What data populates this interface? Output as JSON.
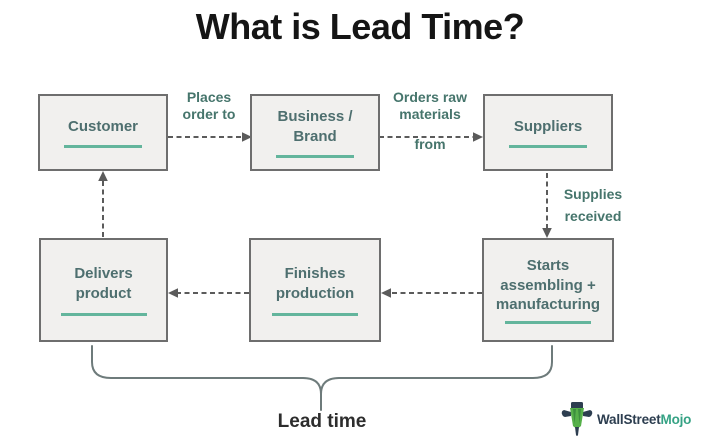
{
  "title": "What is Lead Time?",
  "diagram": {
    "nodes": [
      {
        "id": "customer",
        "lines": [
          "Customer"
        ]
      },
      {
        "id": "business-brand",
        "lines": [
          "Business /",
          "Brand"
        ]
      },
      {
        "id": "suppliers",
        "lines": [
          "Suppliers"
        ]
      },
      {
        "id": "starts-assembling",
        "lines": [
          "Starts",
          "assembling +",
          "manufacturing"
        ]
      },
      {
        "id": "finishes-production",
        "lines": [
          "Finishes",
          "production"
        ]
      },
      {
        "id": "delivers-product",
        "lines": [
          "Delivers",
          "product"
        ]
      }
    ],
    "edges": [
      {
        "from": "customer",
        "to": "business-brand",
        "label": "Places order to"
      },
      {
        "from": "business-brand",
        "to": "suppliers",
        "label": "Orders raw materials from"
      },
      {
        "from": "suppliers",
        "to": "starts-assembling",
        "label": "Supplies received"
      },
      {
        "from": "starts-assembling",
        "to": "finishes-production",
        "label": ""
      },
      {
        "from": "finishes-production",
        "to": "delivers-product",
        "label": ""
      },
      {
        "from": "delivers-product",
        "to": "customer",
        "label": ""
      }
    ],
    "brace_caption": "Lead time"
  },
  "labels": {
    "places_order": {
      "lines": [
        "Places",
        "order to"
      ]
    },
    "orders_raw": {
      "lines": [
        "Orders raw",
        "materials",
        "from"
      ]
    },
    "supplies_received": {
      "lines": [
        "Supplies",
        "received"
      ]
    },
    "lead_time": "Lead time"
  },
  "logo": {
    "icon": "bull-icon",
    "brand_part1": "WallStreet",
    "brand_part2": "Mojo"
  },
  "colors": {
    "box_fill": "#f1f0ee",
    "box_border": "#6e6e6e",
    "box_text": "#4e6f6f",
    "underline_accent": "#63b59c",
    "label_text": "#46756c",
    "arrow": "#5b5b5b",
    "brace": "#6e7b7b",
    "title_text": "#151515",
    "lead_time_text": "#2d2d2d",
    "logo_dark": "#2d3e50",
    "logo_green": "#35a284",
    "logo_icon_green": "#56b04a"
  }
}
